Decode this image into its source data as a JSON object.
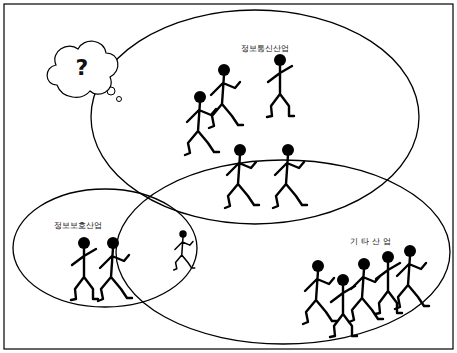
{
  "diagram": {
    "nodes": [
      {
        "text": [
          "정보통신산업"
        ]
      },
      {
        "text": [
          "정보보호산업"
        ]
      },
      {
        "text": [
          "기타산업"
        ]
      },
      {
        "text": [
          "?"
        ]
      }
    ]
  }
}
